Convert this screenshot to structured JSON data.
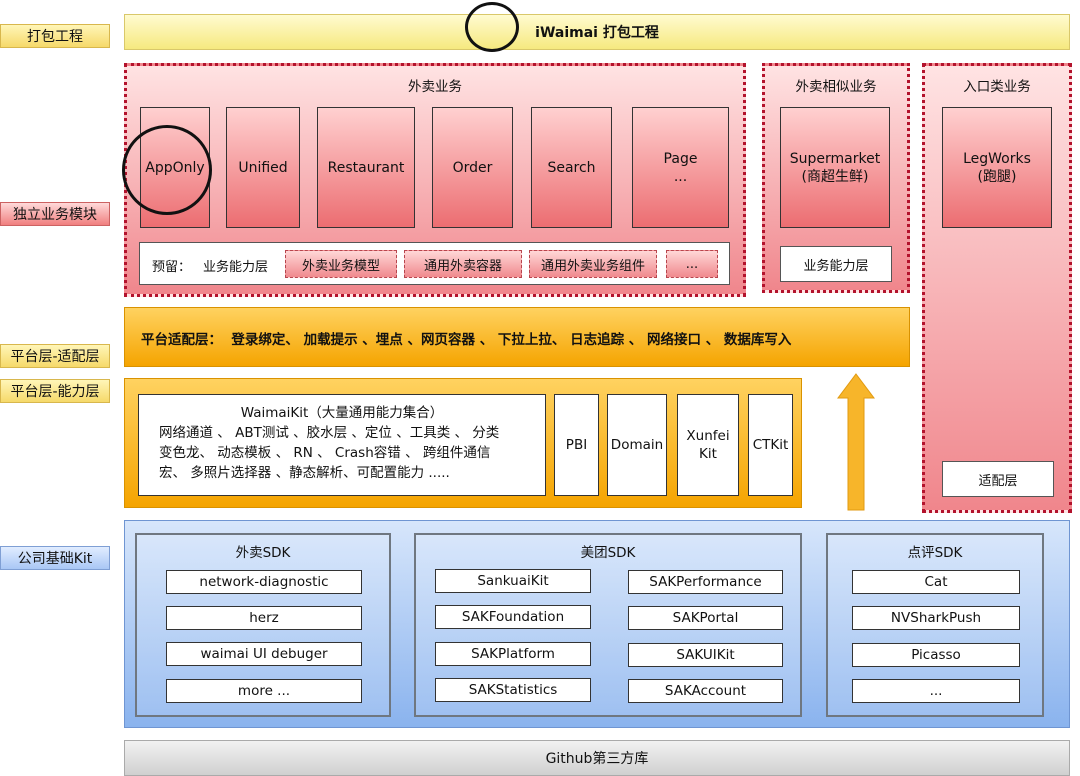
{
  "side_labels": {
    "packaging": "打包工程",
    "business_modules": "独立业务模块",
    "platform_adapter": "平台层-适配层",
    "platform_capability": "平台层-能力层",
    "company_kit": "公司基础Kit"
  },
  "top_bar": {
    "title": "iWaimai 打包工程"
  },
  "waimai_business": {
    "title": "外卖业务",
    "modules": [
      "AppOnly",
      "Unified",
      "Restaurant",
      "Order",
      "Search",
      "Page\n..."
    ],
    "reserve_label": "预留：",
    "capability_label": "业务能力层",
    "reserve_items": [
      "外卖业务模型",
      "通用外卖容器",
      "通用外卖业务组件",
      "..."
    ]
  },
  "similar_business": {
    "title": "外卖相似业务",
    "module": "Supermarket\n(商超生鲜)",
    "capability_label": "业务能力层"
  },
  "entry_business": {
    "title": "入口类业务",
    "module": "LegWorks\n(跑腿)",
    "adapter_label": "适配层"
  },
  "adapter_bar": {
    "text": "平台适配层：  登录绑定、 加载提示 、埋点 、网页容器 、 下拉上拉、 日志追踪 、 网络接口 、 数据库写入"
  },
  "capability": {
    "waimaikit_title": "WaimaiKit（大量通用能力集合）",
    "waimaikit_lines": [
      "网络通道 、 ABT测试 、胶水层 、定位 、工具类 、 分类",
      "变色龙、 动态模板 、 RN 、 Crash容错 、 跨组件通信",
      "宏、 多照片选择器 、静态解析、可配置能力 ....."
    ],
    "kits": [
      "PBI",
      "Domain",
      "Xunfei\nKit",
      "CTKit"
    ]
  },
  "sdk": {
    "waimai": {
      "title": "外卖SDK",
      "items": [
        "network-diagnostic",
        "herz",
        "waimai UI debuger",
        "more ..."
      ]
    },
    "meituan": {
      "title": "美团SDK",
      "left": [
        "SankuaiKit",
        "SAKFoundation",
        "SAKPlatform",
        "SAKStatistics"
      ],
      "right": [
        "SAKPerformance",
        "SAKPortal",
        "SAKUIKit",
        "SAKAccount"
      ]
    },
    "dianping": {
      "title": "点评SDK",
      "items": [
        "Cat",
        "NVSharkPush",
        "Picasso",
        "..."
      ]
    }
  },
  "bottom_bar": {
    "title": "Github第三方库"
  },
  "colors": {
    "red_border": "#b3122c",
    "orange": "#f5a400",
    "blue": "#8ab3ee",
    "yellow": "#f6e97f"
  }
}
